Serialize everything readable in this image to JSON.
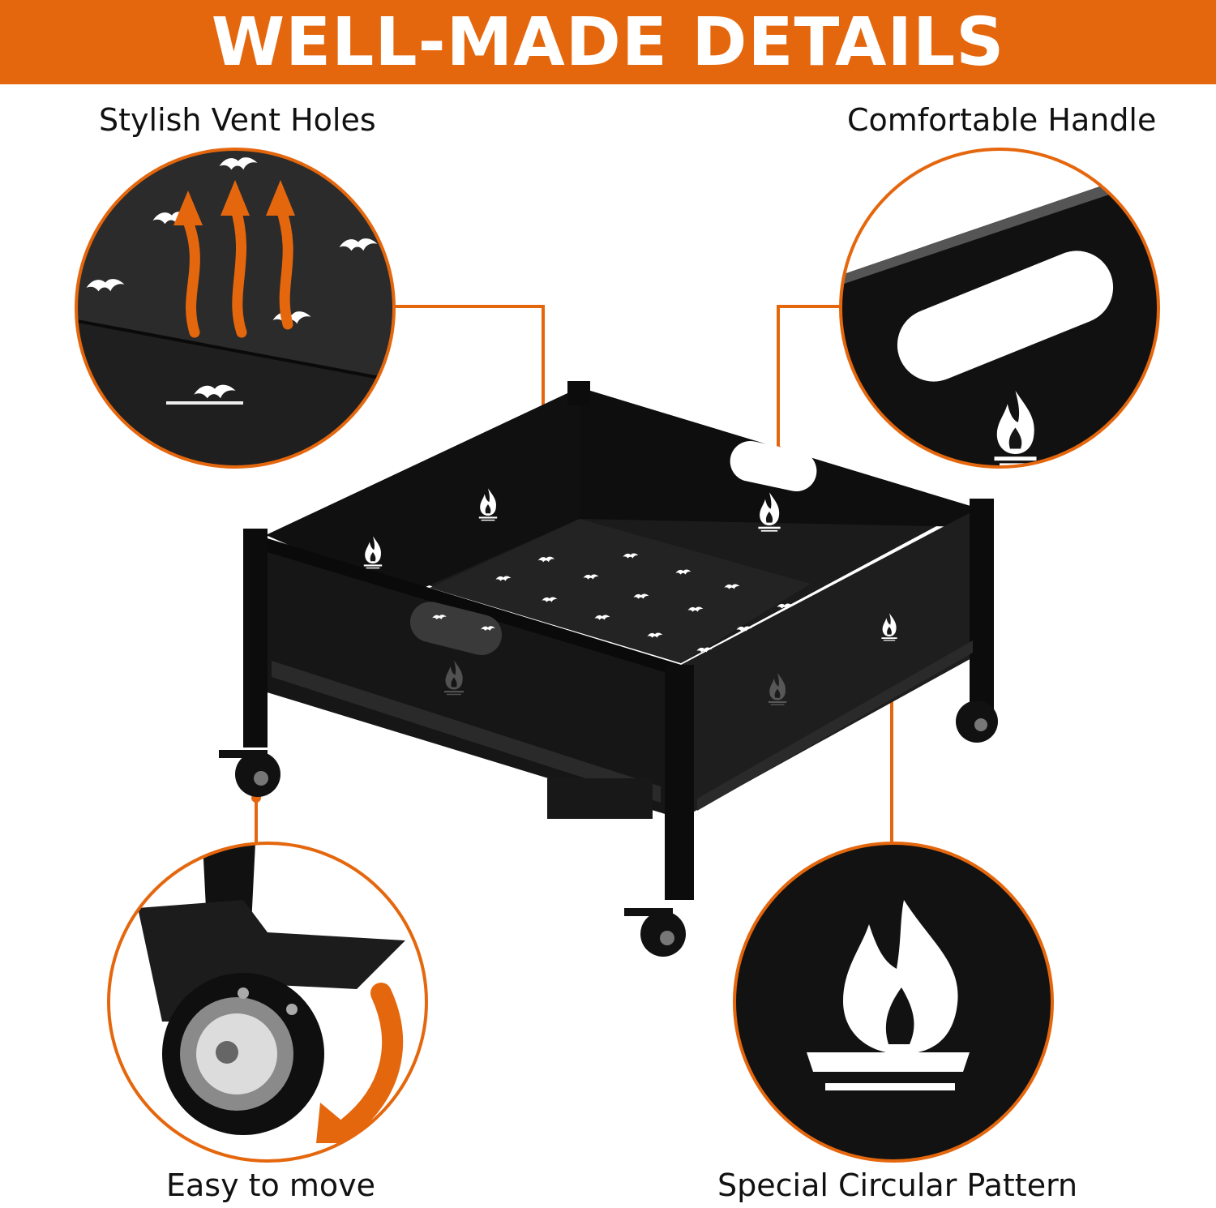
{
  "banner": {
    "title": "WELL-MADE DETAILS"
  },
  "callouts": {
    "vent_holes": "Stylish Vent Holes",
    "handle": "Comfortable Handle",
    "easy_move": "Easy to move",
    "pattern": "Special Circular Pattern"
  },
  "colors": {
    "accent": "#e5670d",
    "product": "#151515",
    "label": "#111111"
  }
}
